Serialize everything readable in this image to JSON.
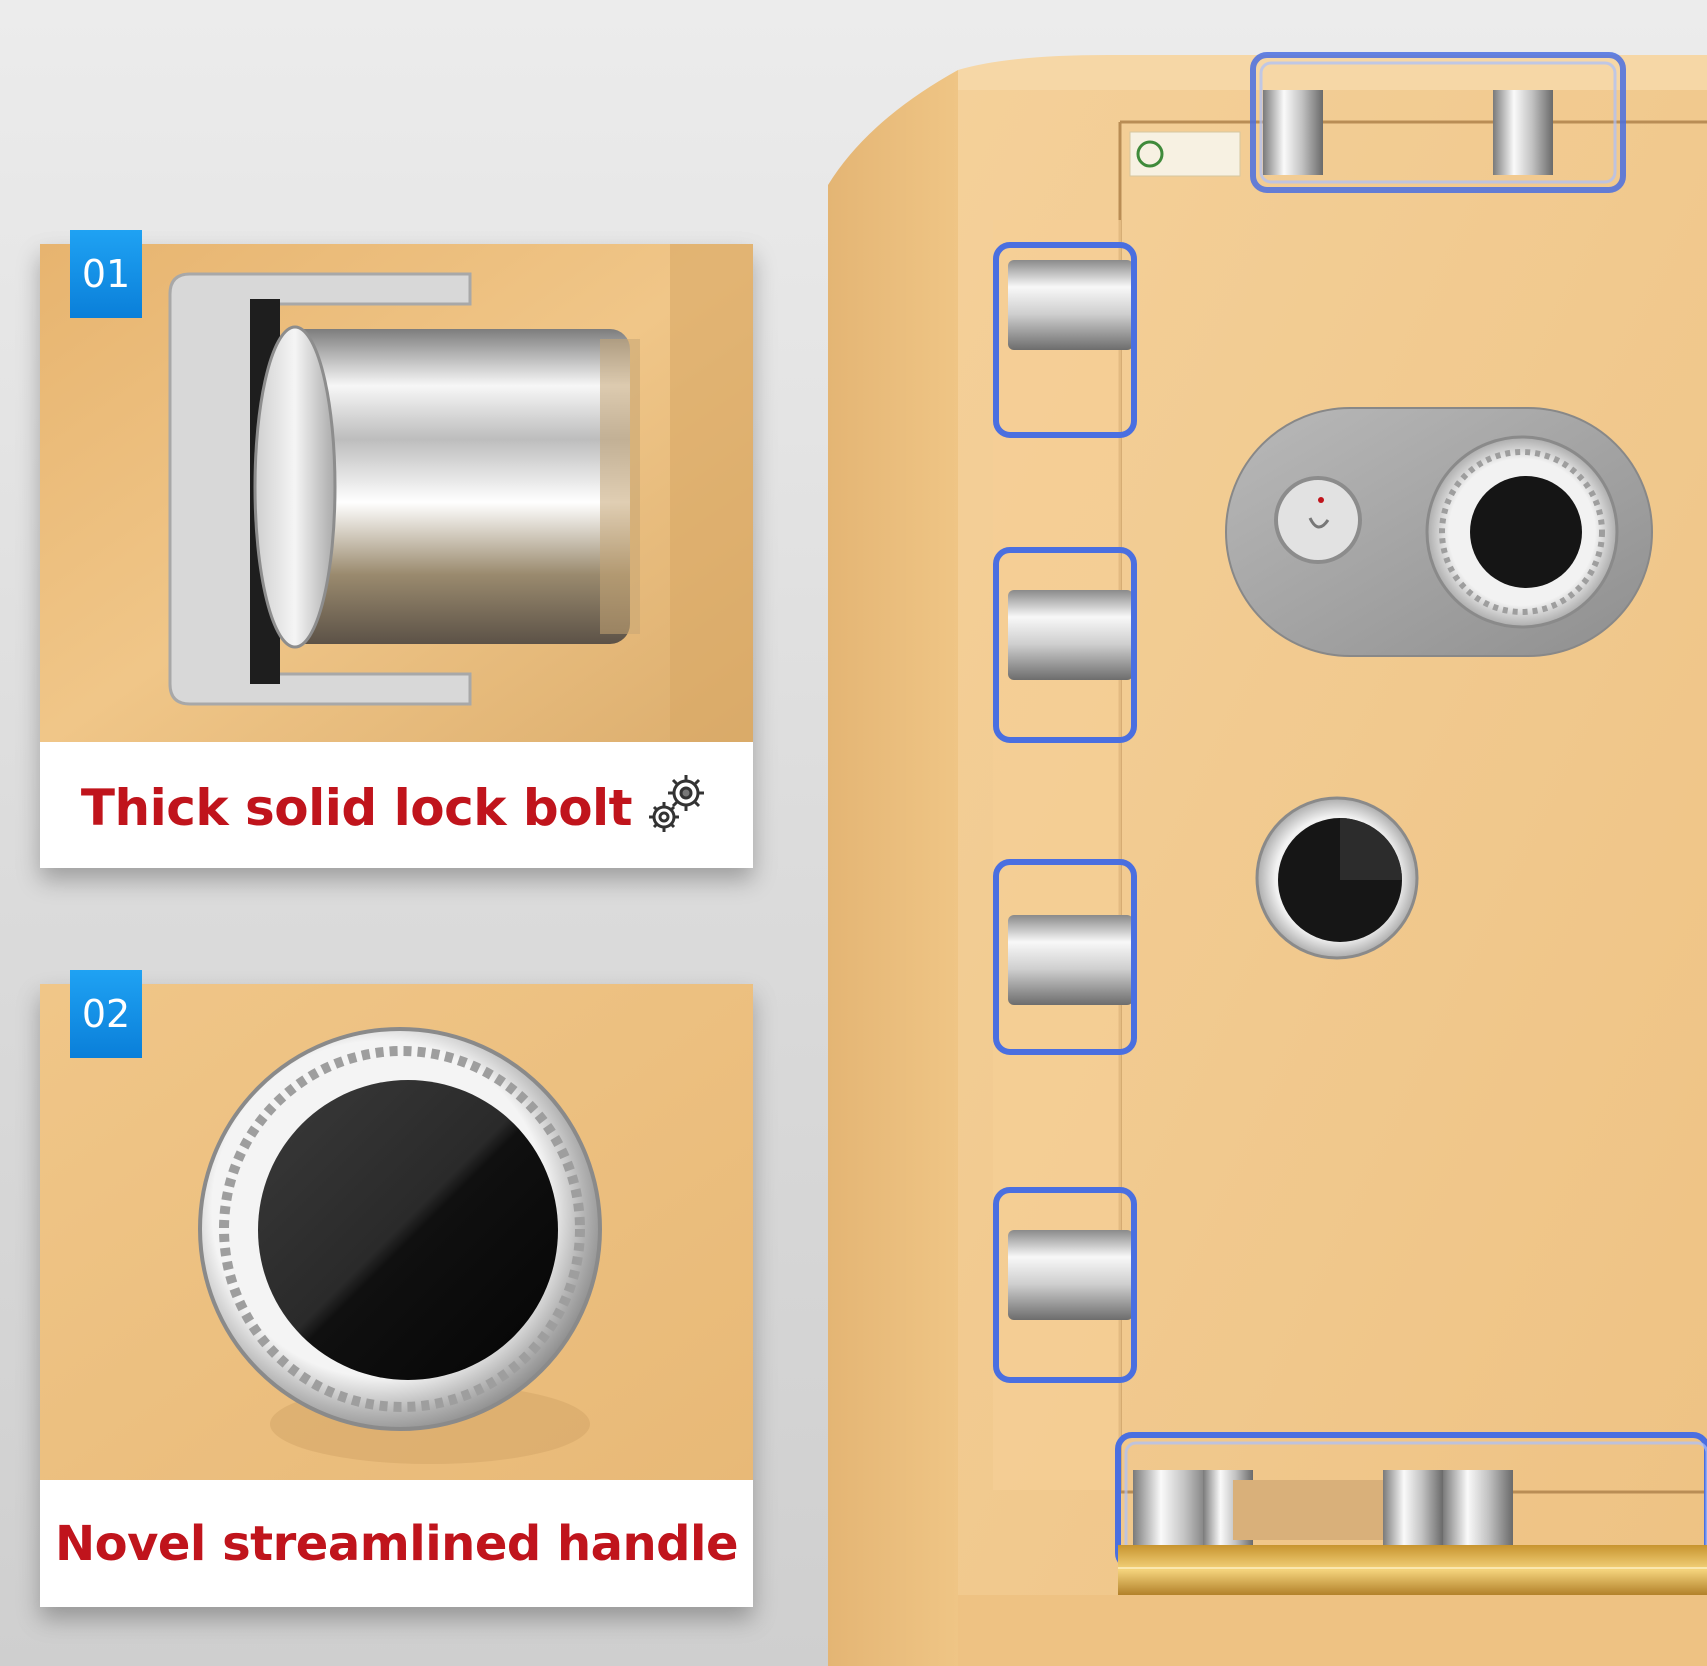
{
  "features": [
    {
      "number": "01",
      "caption": "Thick solid lock bolt",
      "icon": "gears-icon"
    },
    {
      "number": "02",
      "caption": "Novel streamlined handle"
    }
  ],
  "colors": {
    "safe_gold": "#f2c98a",
    "badge_blue": "#1490ea",
    "caption_red": "#c0141c",
    "highlight_blue": "#4a6fe0"
  },
  "icons": [
    "gears-icon",
    "lock-bolt",
    "handle-knob",
    "keyhole"
  ]
}
